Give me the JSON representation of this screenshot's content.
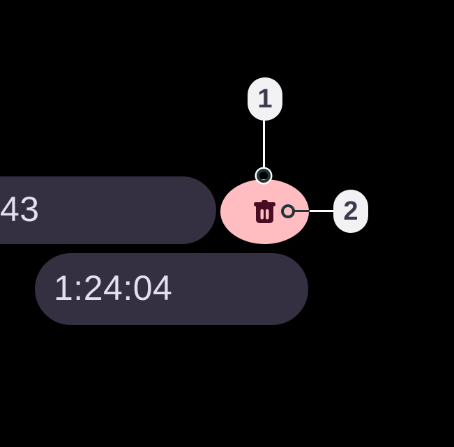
{
  "chips": [
    {
      "label": "43"
    },
    {
      "label": "1:24:04"
    }
  ],
  "delete_button": {
    "icon": "trash-icon"
  },
  "callouts": [
    {
      "label": "1"
    },
    {
      "label": "2"
    }
  ],
  "colors": {
    "background": "#000000",
    "chip_background": "#343042",
    "chip_text": "#E4DEF2",
    "delete_button_background": "#FFBDC2",
    "delete_icon": "#470E23",
    "callout_badge_background": "#F2F1F4",
    "callout_badge_text": "#3C3B4E",
    "marker_ring": "#233539",
    "connector_line_on_dark": "#FFFFFF",
    "connector_line_on_pink": "#233539"
  }
}
